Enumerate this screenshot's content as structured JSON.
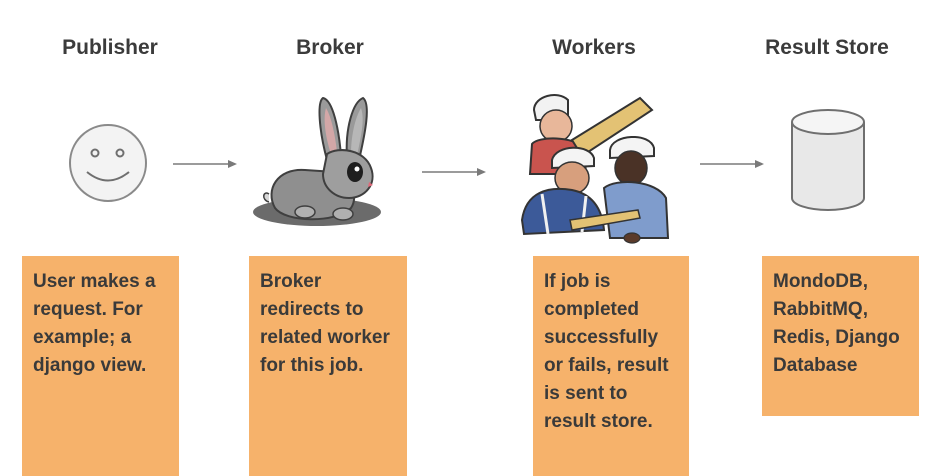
{
  "stages": [
    {
      "title": "Publisher",
      "icon": "smiley-face-icon",
      "note": "User makes a request. For example; a django view."
    },
    {
      "title": "Broker",
      "icon": "rabbit-icon",
      "note": "Broker redirects to related worker for this job."
    },
    {
      "title": "Workers",
      "icon": "construction-workers-icon",
      "note": "If job is completed successfully or fails, result is sent to result store."
    },
    {
      "title": "Result Store",
      "icon": "database-cylinder-icon",
      "note": "MondoDB, RabbitMQ, Redis, Django Database"
    }
  ],
  "colors": {
    "note_background": "#f6b26b",
    "title_text": "#3b3b3b",
    "arrow": "#7a7a7a"
  }
}
